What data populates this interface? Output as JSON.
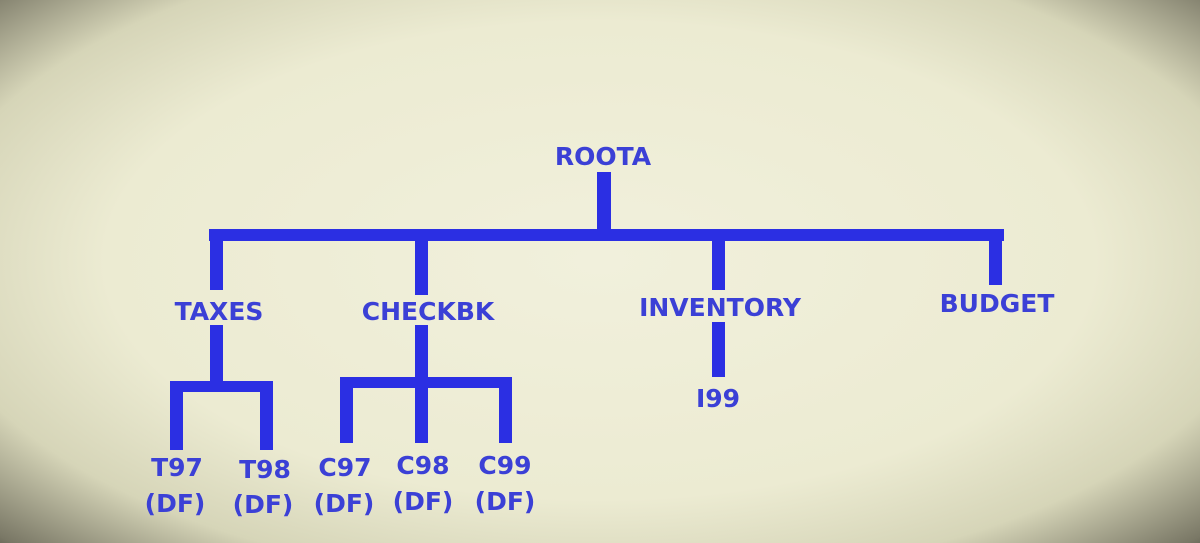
{
  "diagram": {
    "root": "ROOTA",
    "children": [
      {
        "label": "TAXES",
        "children": [
          {
            "label": "T97",
            "note": "(DF)"
          },
          {
            "label": "T98",
            "note": "(DF)"
          }
        ]
      },
      {
        "label": "CHECKBK",
        "children": [
          {
            "label": "C97",
            "note": "(DF)"
          },
          {
            "label": "C98",
            "note": "(DF)"
          },
          {
            "label": "C99",
            "note": "(DF)"
          }
        ]
      },
      {
        "label": "INVENTORY",
        "children": [
          {
            "label": "I99"
          }
        ]
      },
      {
        "label": "BUDGET",
        "children": []
      }
    ]
  },
  "colors": {
    "line": "#2b2fe3",
    "text": "#3b40d6",
    "background": "#ecebd2"
  }
}
